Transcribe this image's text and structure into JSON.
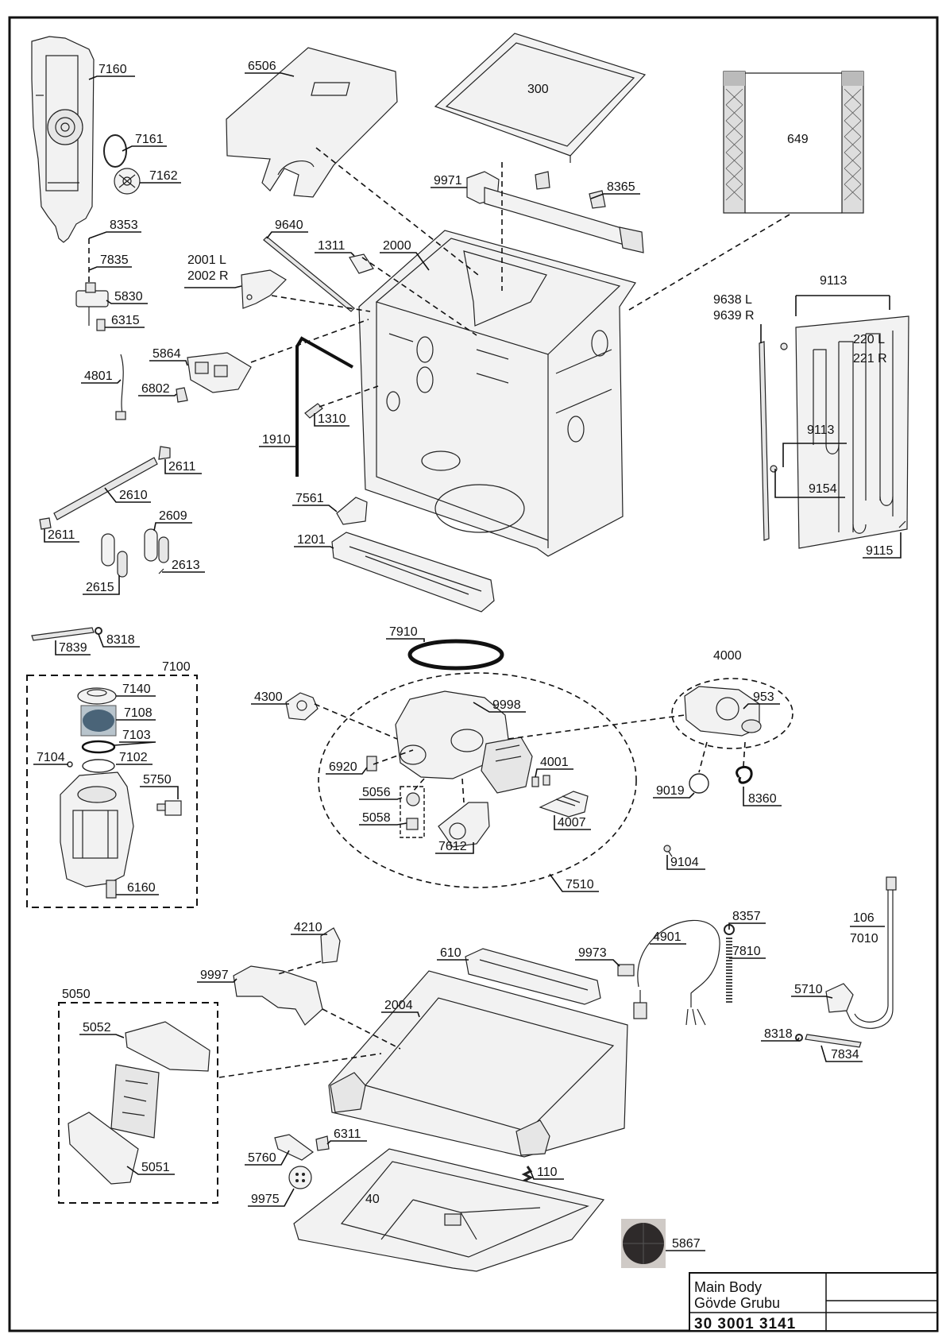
{
  "part_labels": {
    "p7160": "7160",
    "p7161": "7161",
    "p7162": "7162",
    "p8353": "8353",
    "p7835": "7835",
    "p5830": "5830",
    "p6315": "6315",
    "p5864": "5864",
    "p6802": "6802",
    "p4801": "4801",
    "p2611a": "2611",
    "p2610": "2610",
    "p2611b": "2611",
    "p2609": "2609",
    "p2613": "2613",
    "p2615": "2615",
    "p6506": "6506",
    "p300": "300",
    "p649": "649",
    "p9971": "9971",
    "p8365": "8365",
    "p9640": "9640",
    "p1311": "1311",
    "p2000": "2000",
    "p2001": "2001 L",
    "p2002": "2002 R",
    "p1310": "1310",
    "p1910": "1910",
    "p7561": "7561",
    "p1201": "1201",
    "p9113a": "9113",
    "p9638": "9638 L",
    "p9639": "9639 R",
    "p220": "220 L",
    "p221": "221 R",
    "p9113b": "9113",
    "p9154": "9154",
    "p9115": "9115",
    "p7839": "7839",
    "p8318a": "8318",
    "p7100": "7100",
    "p7140": "7140",
    "p7108": "7108",
    "p7103": "7103",
    "p7104": "7104",
    "p7102": "7102",
    "p5750": "5750",
    "p6160": "6160",
    "p7910": "7910",
    "p4300": "4300",
    "p9998": "9998",
    "p6920": "6920",
    "p4001": "4001",
    "p5056": "5056",
    "p5058": "5058",
    "p4007": "4007",
    "p7612": "7612",
    "p7510": "7510",
    "p4000": "4000",
    "p953": "953",
    "p9019": "9019",
    "p8360": "8360",
    "p9104": "9104",
    "p4210": "4210",
    "p9997": "9997",
    "p610": "610",
    "p9973": "9973",
    "p4901": "4901",
    "p8357": "8357",
    "p7810": "7810",
    "p106": "106",
    "p7010": "7010",
    "p5710": "5710",
    "p8318b": "8318",
    "p7834": "7834",
    "p2004": "2004",
    "p5050": "5050",
    "p5052": "5052",
    "p5051": "5051",
    "p6311": "6311",
    "p5760": "5760",
    "p110": "110",
    "p9975": "9975",
    "p40": "40",
    "p5867": "5867"
  },
  "title_block": {
    "name_en": "Main Body",
    "name_tr": "Gövde Grubu",
    "code": "30 3001 3141"
  }
}
